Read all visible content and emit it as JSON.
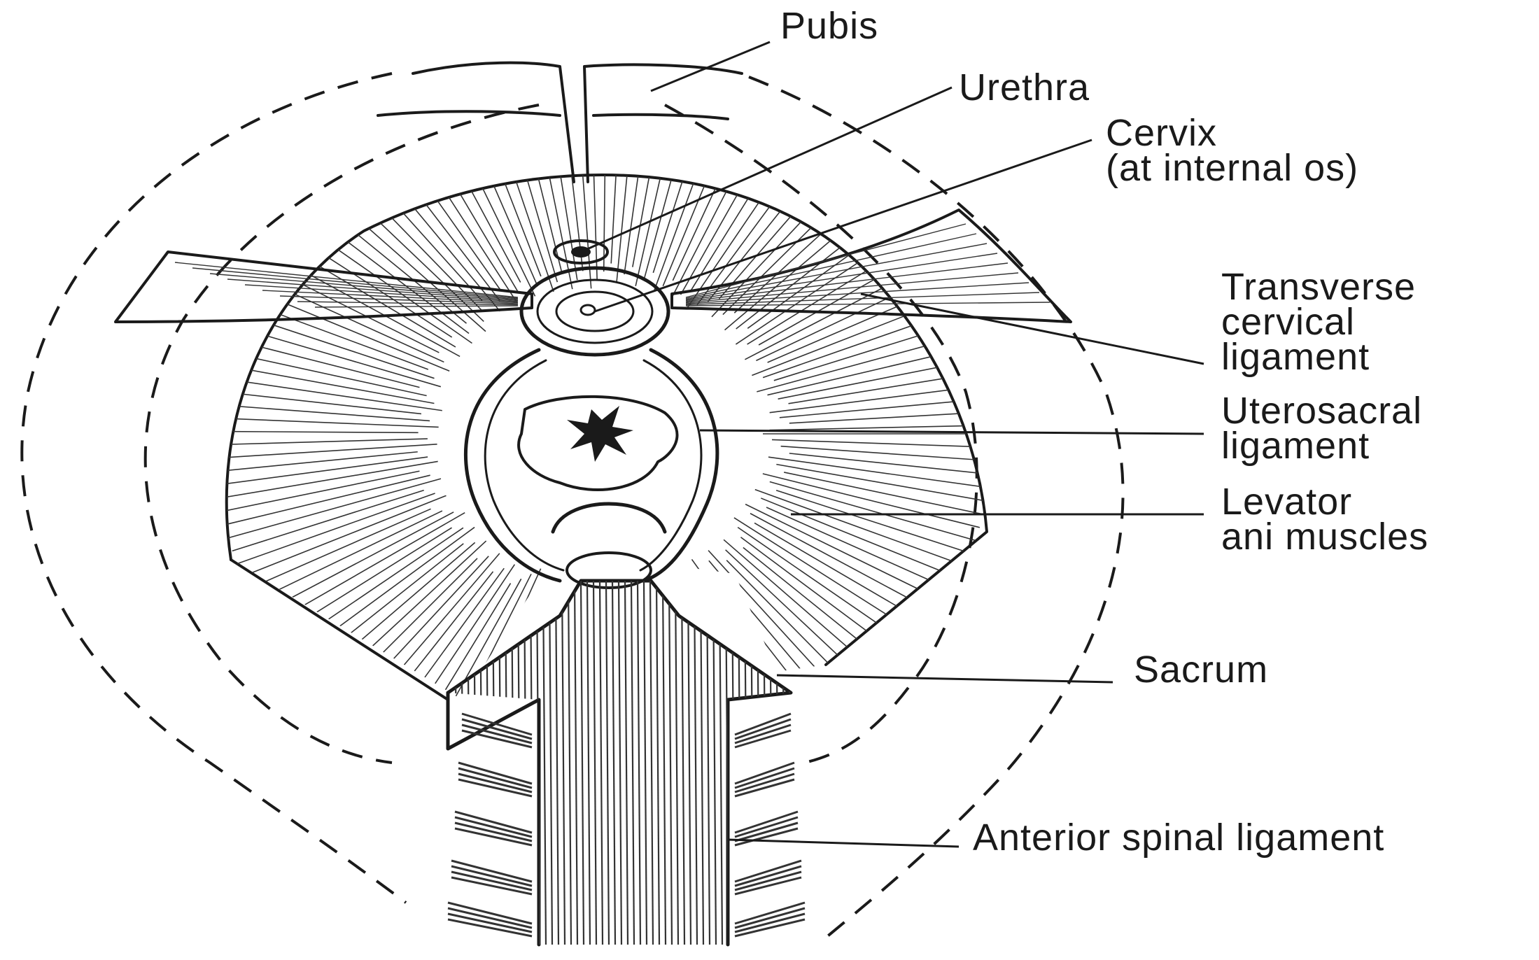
{
  "labels": {
    "pubis": "Pubis",
    "urethra": "Urethra",
    "cervix_line1": "Cervix",
    "cervix_line2": "(at internal os)",
    "transverse_line1": "Transverse",
    "transverse_line2": "cervical",
    "transverse_line3": "ligament",
    "uterosacral_line1": "Uterosacral",
    "uterosacral_line2": "ligament",
    "levator_line1": "Levator",
    "levator_line2": "ani muscles",
    "sacrum": "Sacrum",
    "anterior_spinal": "Anterior spinal ligament"
  }
}
